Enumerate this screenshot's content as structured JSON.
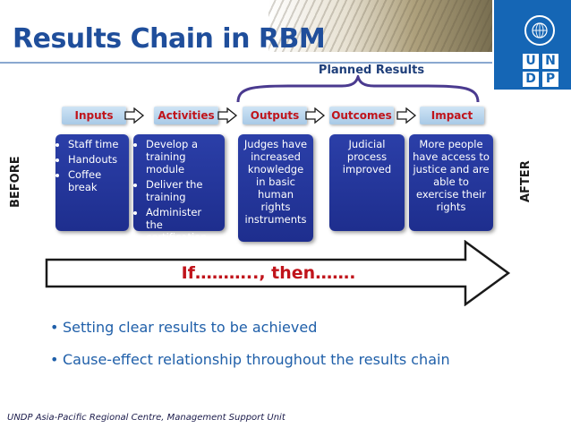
{
  "slide": {
    "title": "Results Chain in RBM",
    "planned_label": "Planned Results",
    "before_label": "BEFORE",
    "after_label": "AFTER",
    "arrow_text": "If……….., then…….",
    "stages": [
      {
        "label": "Inputs",
        "items": [
          "Staff time",
          "Handouts",
          "Coffee break"
        ]
      },
      {
        "label": "Activities",
        "items": [
          "Develop a training module",
          "Deliver the training",
          "Administer the certification exam"
        ]
      },
      {
        "label": "Outputs",
        "text": "Judges have increased knowledge in basic human rights instruments"
      },
      {
        "label": "Outcomes",
        "text": "Judicial process improved"
      },
      {
        "label": "Impact",
        "text": "More people have access to justice and are able to exercise their rights"
      }
    ],
    "bullets": [
      "Setting clear results to be achieved",
      "Cause-effect relationship throughout the results chain"
    ],
    "footer": "UNDP Asia-Pacific Regional Centre, Management Support Unit"
  },
  "logo": {
    "emblem": "un-emblem-icon",
    "letters": [
      "U",
      "N",
      "D",
      "P"
    ]
  },
  "colors": {
    "title": "#1f4e9b",
    "panel": "#1e2e8e",
    "label_text": "#c0141b",
    "logo": "#1566b5"
  }
}
